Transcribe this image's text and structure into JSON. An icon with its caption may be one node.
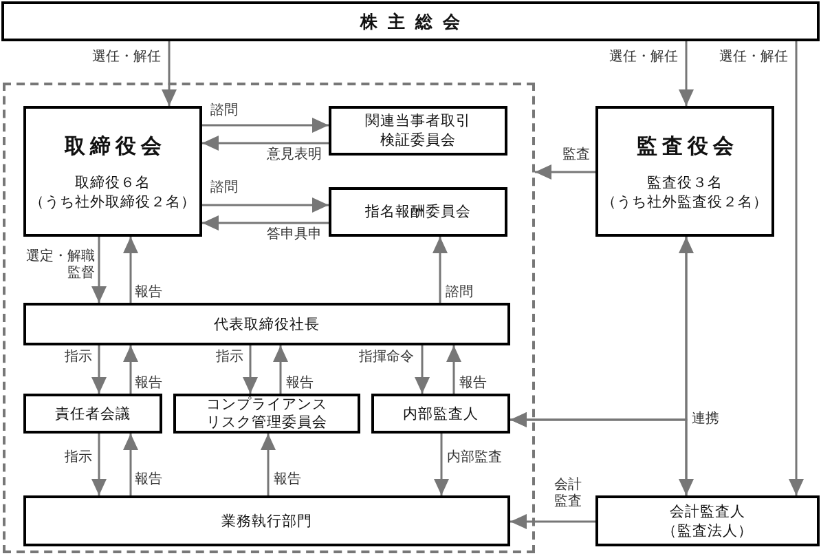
{
  "diagram": {
    "nodes": [
      {
        "text": [
          "株主総会"
        ]
      },
      {
        "text": [],
        "shape": "box"
      },
      {
        "text": [
          "取締役会",
          "取締役６名（うち社外取締役２名）"
        ],
        "in": 1
      },
      {
        "text": [
          "関連当事者取引検証委員会"
        ],
        "in": 1
      },
      {
        "text": [
          "指名報酬委員会"
        ],
        "in": 1
      },
      {
        "text": [
          "監査役会",
          "監査役３名（うち社外監査役２名）"
        ]
      },
      {
        "text": [
          "代表取締役社長"
        ],
        "in": 1
      },
      {
        "text": [
          "責任者会議"
        ],
        "in": 1
      },
      {
        "text": [
          "コンプライアンスリスク管理委員会"
        ],
        "in": 1
      },
      {
        "text": [
          "内部監査人"
        ],
        "in": 1
      },
      {
        "text": [
          "業務執行部門"
        ],
        "in": 1
      },
      {
        "text": [
          "会計監査人（監査法人）"
        ]
      }
    ],
    "edges": [
      {
        "from": 0,
        "to": 2,
        "arrow": "to",
        "label": "選任・解任"
      },
      {
        "from": 0,
        "to": 5,
        "arrow": "to",
        "label": "選任・解任"
      },
      {
        "from": 0,
        "to": 11,
        "arrow": "to",
        "label": "選任・解任"
      },
      {
        "from": 2,
        "to": 3,
        "arrow": "to",
        "label": "諮問"
      },
      {
        "from": 3,
        "to": 2,
        "arrow": "to",
        "label": "意見表明"
      },
      {
        "from": 2,
        "to": 4,
        "arrow": "to",
        "label": "諮問"
      },
      {
        "from": 4,
        "to": 2,
        "arrow": "to",
        "label": "答申具申"
      },
      {
        "from": 5,
        "to": 1,
        "arrow": "to",
        "label": "監査"
      },
      {
        "from": 2,
        "to": 6,
        "arrow": "to",
        "label": "選定・解職監督"
      },
      {
        "from": 6,
        "to": 2,
        "arrow": "to",
        "label": "報告"
      },
      {
        "from": 6,
        "to": 4,
        "arrow": "to",
        "label": "諮問"
      },
      {
        "from": 5,
        "to": 11,
        "arrow": "both",
        "label": "連携"
      },
      {
        "from": 5,
        "to": 9,
        "arrow": "to"
      },
      {
        "from": 11,
        "to": 9,
        "arrow": "to"
      },
      {
        "from": 6,
        "to": 7,
        "arrow": "to",
        "label": "指示"
      },
      {
        "from": 7,
        "to": 6,
        "arrow": "to",
        "label": "報告"
      },
      {
        "from": 6,
        "to": 8,
        "arrow": "to",
        "label": "指示"
      },
      {
        "from": 8,
        "to": 6,
        "arrow": "to",
        "label": "報告"
      },
      {
        "from": 6,
        "to": 9,
        "arrow": "to",
        "label": "指揮命令"
      },
      {
        "from": 9,
        "to": 6,
        "arrow": "to",
        "label": "報告"
      },
      {
        "from": 7,
        "to": 10,
        "arrow": "to",
        "label": "指示"
      },
      {
        "from": 10,
        "to": 7,
        "arrow": "to",
        "label": "報告"
      },
      {
        "from": 10,
        "to": 8,
        "arrow": "to",
        "label": "報告"
      },
      {
        "from": 9,
        "to": 10,
        "arrow": "to",
        "label": "内部監査"
      },
      {
        "from": 11,
        "to": 10,
        "arrow": "to",
        "label": "会計監査"
      }
    ]
  }
}
